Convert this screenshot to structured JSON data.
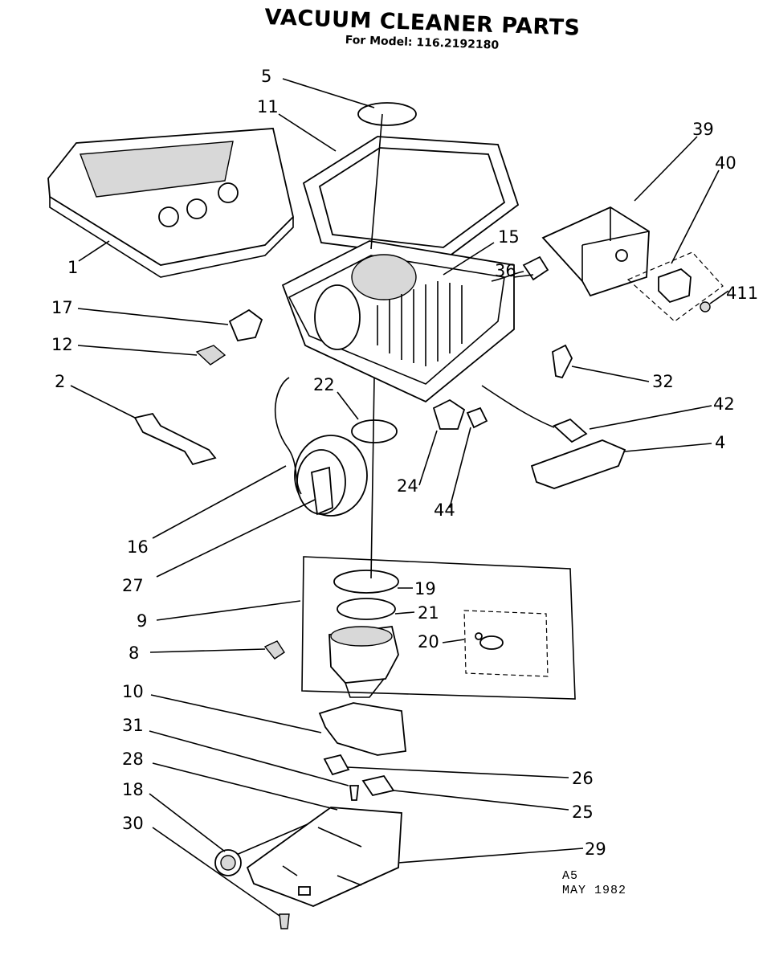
{
  "title": "VACUUM CLEANER PARTS",
  "subtitle": "For Model: 116.2192180",
  "footer": {
    "line1": "A5",
    "line2": "MAY 1982"
  },
  "callouts": [
    "5",
    "11",
    "39",
    "40",
    "1",
    "15",
    "36",
    "411",
    "17",
    "12",
    "32",
    "2",
    "22",
    "42",
    "4",
    "24",
    "44",
    "16",
    "27",
    "19",
    "9",
    "21",
    "20",
    "8",
    "10",
    "31",
    "26",
    "28",
    "25",
    "18",
    "29",
    "30"
  ]
}
